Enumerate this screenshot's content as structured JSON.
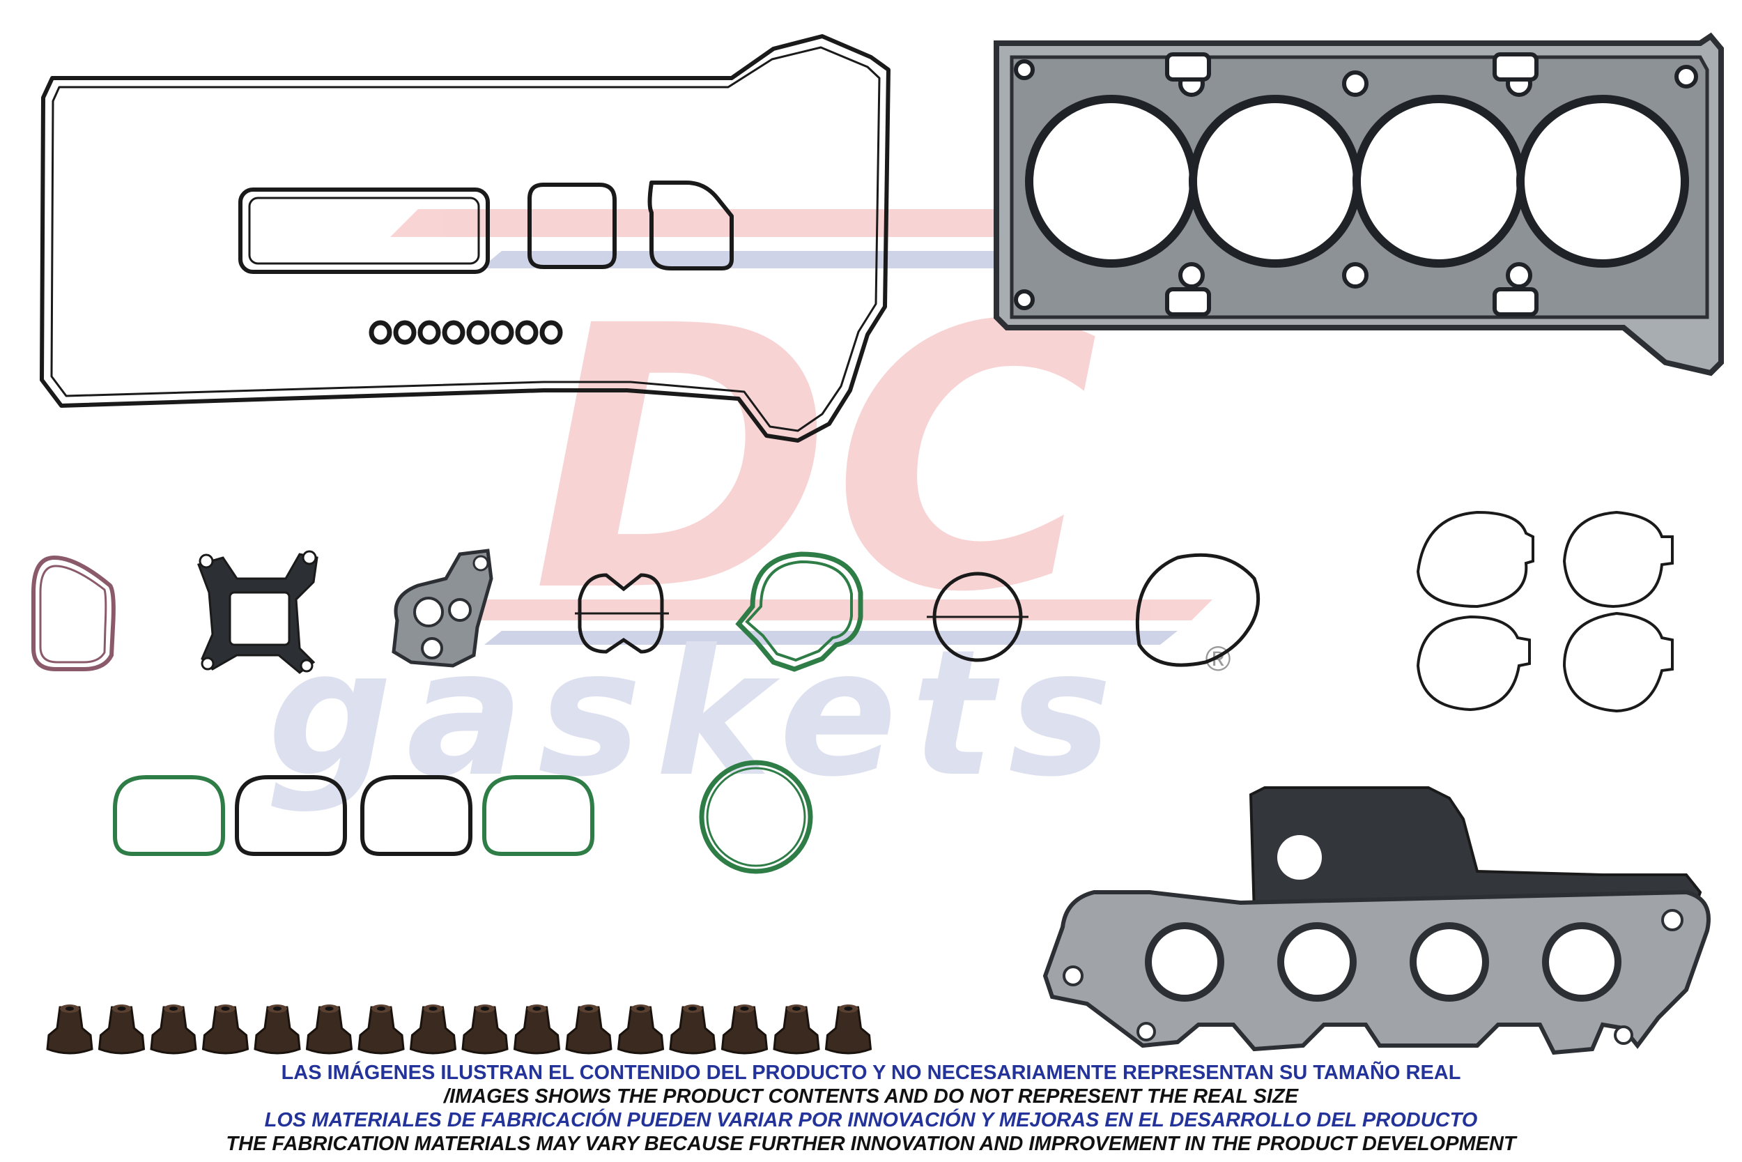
{
  "watermark": {
    "brand": "DC",
    "tagline": "gaskets",
    "registered_mark": "®",
    "colors": {
      "brand_red": "#e03a3a",
      "brand_blue": "#2a3a9a"
    }
  },
  "disclaimer": {
    "line1": "LAS IMÁGENES ILUSTRAN EL CONTENIDO DEL PRODUCTO Y NO NECESARIAMENTE REPRESENTAN SU TAMAÑO REAL",
    "line2": "/IMAGES SHOWS THE PRODUCT CONTENTS AND DO NOT REPRESENT THE REAL SIZE",
    "line3": "LOS MATERIALES DE FABRICACIÓN PUEDEN VARIAR POR INNOVACIÓN Y MEJORAS EN EL DESARROLLO DEL PRODUCTO",
    "line4": "THE FABRICATION MATERIALS MAY VARY BECAUSE FURTHER INNOVATION AND IMPROVEMENT IN THE PRODUCT DEVELOPMENT"
  },
  "parts": {
    "o_ring_count": 8,
    "valve_stem_seal_count": 16,
    "intake_gasket_count": 4,
    "throttle_gasket_count": 4
  },
  "colors": {
    "gasket_black": "#1a1a1a",
    "gasket_green": "#2e7d46",
    "gasket_pink": "#8a5a6a",
    "steel": "#9a9ea3",
    "steel_dark": "#3a3d42"
  }
}
